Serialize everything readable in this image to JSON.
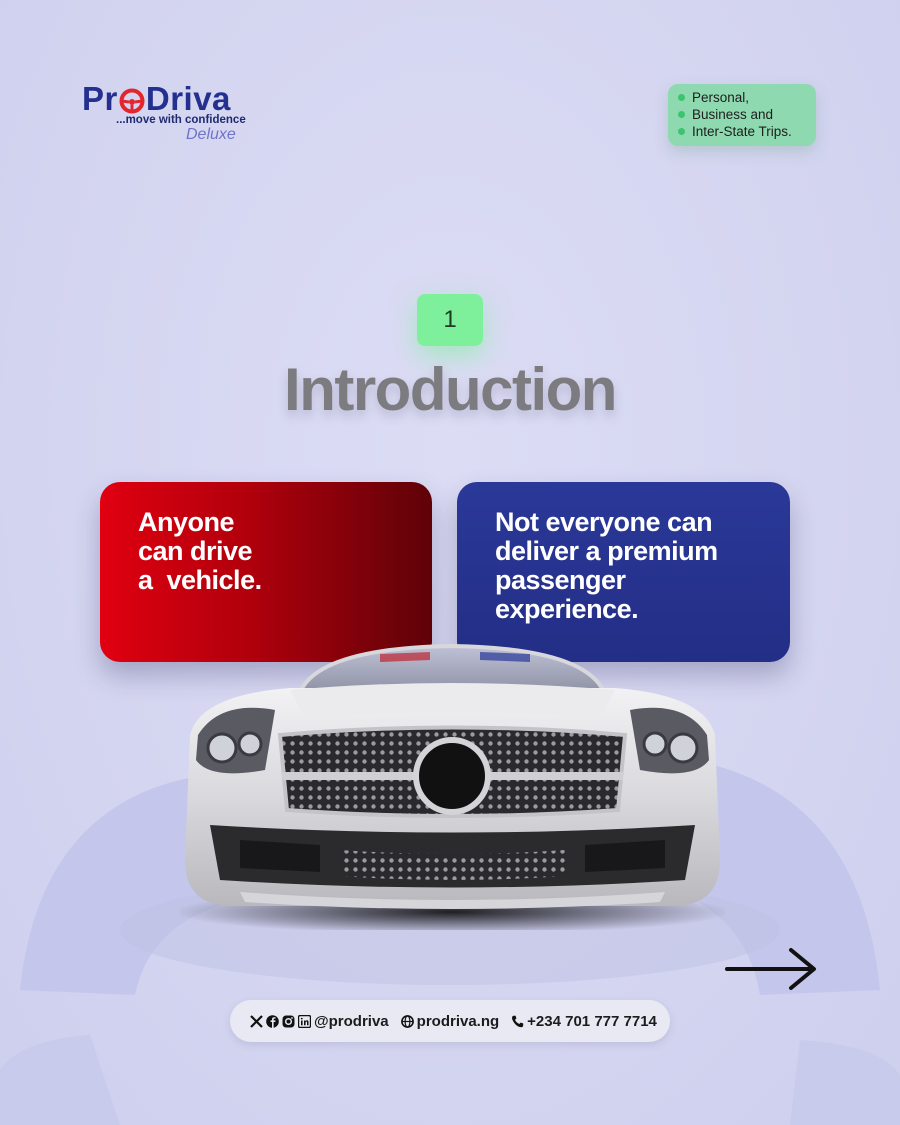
{
  "brand": {
    "name_part1": "Pr",
    "name_part2": "Driva",
    "tagline": "...move with confidence",
    "edition": "Deluxe",
    "wheel_color": "#e3262d",
    "text_color": "#23308f"
  },
  "trips_badge": {
    "items": [
      "Personal,",
      "Business and",
      "Inter-State Trips."
    ],
    "bg_color": "#8ed9b0"
  },
  "slide": {
    "number": "1",
    "title": "Introduction"
  },
  "cards": {
    "left": {
      "lines": [
        "Anyone",
        "can drive",
        "a  vehicle."
      ],
      "color": "#e00010"
    },
    "right": {
      "lines": [
        "Not everyone can",
        "deliver a premium",
        "passenger",
        "experience."
      ],
      "color": "#2a3898"
    }
  },
  "navigation": {
    "next_icon": "arrow-right-icon"
  },
  "contact": {
    "social_icons": [
      "x-icon",
      "facebook-icon",
      "instagram-icon",
      "linkedin-icon"
    ],
    "handle": "@prodriva",
    "website": "prodriva.ng",
    "phone": "+234 701 777 7714"
  }
}
